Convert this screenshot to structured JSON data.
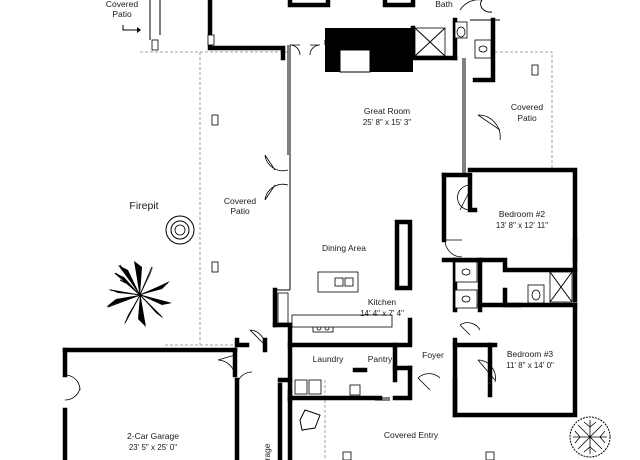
{
  "plan": {
    "rooms": [
      {
        "key": "covered_patio_nw",
        "name": "Covered",
        "name2": "Patio"
      },
      {
        "key": "bath",
        "name": "Bath"
      },
      {
        "key": "great_room",
        "name": "Great Room",
        "dims": "25' 8\" x 15' 3\""
      },
      {
        "key": "covered_patio_e",
        "name": "Covered",
        "name2": "Patio"
      },
      {
        "key": "firepit",
        "name": "Firepit"
      },
      {
        "key": "covered_patio_w",
        "name": "Covered",
        "name2": "Patio"
      },
      {
        "key": "bedroom2",
        "name": "Bedroom #2",
        "dims": "13' 8\" x 12' 11\""
      },
      {
        "key": "dining",
        "name": "Dining Area"
      },
      {
        "key": "kitchen",
        "name": "Kitchen",
        "dims": "14' 4\" x 7' 4\""
      },
      {
        "key": "laundry",
        "name": "Laundry"
      },
      {
        "key": "pantry",
        "name": "Pantry"
      },
      {
        "key": "foyer",
        "name": "Foyer"
      },
      {
        "key": "bedroom3",
        "name": "Bedroom #3",
        "dims": "11' 8\" x 14' 0\""
      },
      {
        "key": "garage",
        "name": "2-Car Garage",
        "dims": "23' 5\" x 25' 0\""
      },
      {
        "key": "covered_entry",
        "name": "Covered Entry"
      },
      {
        "key": "garage_side",
        "name": "rage"
      }
    ]
  }
}
